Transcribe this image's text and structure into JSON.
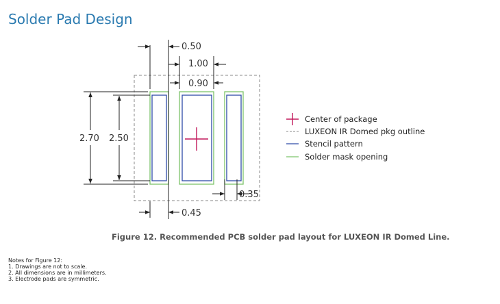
{
  "page": {
    "title": "Solder Pad Design",
    "caption": "Figure 12. Recommended PCB solder pad layout for LUXEON IR Domed Line."
  },
  "dimensions": {
    "d050": "0.50",
    "d100": "1.00",
    "d090": "0.90",
    "d270": "2.70",
    "d250": "2.50",
    "d035": "0.35",
    "d045": "0.45"
  },
  "legend": {
    "items": [
      {
        "label": "Center of package",
        "color": "#c2185b"
      },
      {
        "label": "LUXEON IR Domed pkg outline",
        "color": "#888888"
      },
      {
        "label": "Stencil pattern",
        "color": "#2e4aa8"
      },
      {
        "label": "Solder mask opening",
        "color": "#7cc36a"
      }
    ]
  },
  "notes": {
    "title": "Notes for Figure 12:",
    "items": [
      "1.  Drawings are not to scale.",
      "2.  All dimensions are in millimeters.",
      "3.  Electrode pads are symmetric."
    ]
  }
}
